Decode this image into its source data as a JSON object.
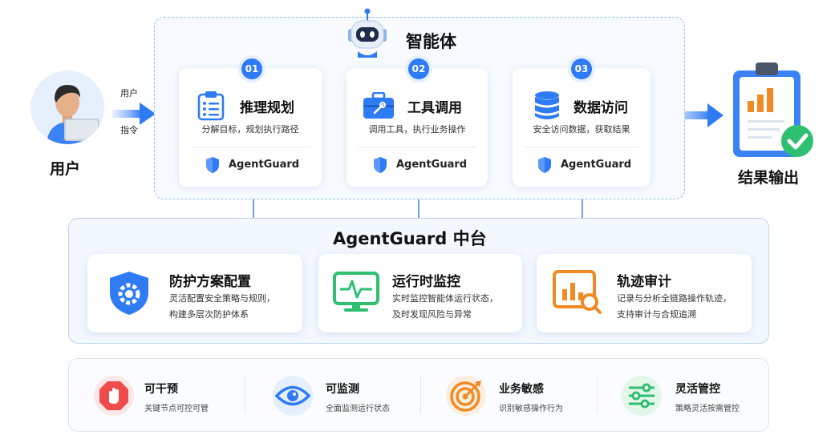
{
  "user": {
    "label": "用户",
    "arrow_top": "用户",
    "arrow_bottom": "指令"
  },
  "agent": {
    "title": "智能体"
  },
  "steps": [
    {
      "num": "01",
      "title": "推理规划",
      "desc": "分解目标，规划执行路径",
      "guard": "AgentGuard"
    },
    {
      "num": "02",
      "title": "工具调用",
      "desc": "调用工具，执行业务操作",
      "guard": "AgentGuard"
    },
    {
      "num": "03",
      "title": "数据访问",
      "desc": "安全访问数据，获取结果",
      "guard": "AgentGuard"
    }
  ],
  "output": {
    "label": "结果输出"
  },
  "platform": {
    "title": "AgentGuard 中台"
  },
  "modules": [
    {
      "title": "防护方案配置",
      "desc1": "灵活配置安全策略与规则，",
      "desc2": "构建多层次防护体系"
    },
    {
      "title": "运行时监控",
      "desc1": "实时监控智能体运行状态，",
      "desc2": "及时发现风险与异常"
    },
    {
      "title": "轨迹审计",
      "desc1": "记录与分析全链路操作轨迹，",
      "desc2": "支持审计与合规追溯"
    }
  ],
  "features": [
    {
      "title": "可干预",
      "desc": "关键节点可控可管"
    },
    {
      "title": "可监测",
      "desc": "全面监测运行状态"
    },
    {
      "title": "业务敏感",
      "desc": "识别敏感操作行为"
    },
    {
      "title": "灵活管控",
      "desc": "策略灵活按需管控"
    }
  ],
  "colors": {
    "primary": "#2f7bf5",
    "green": "#2fbf71",
    "orange": "#f08a24",
    "red": "#ef4b4b"
  }
}
